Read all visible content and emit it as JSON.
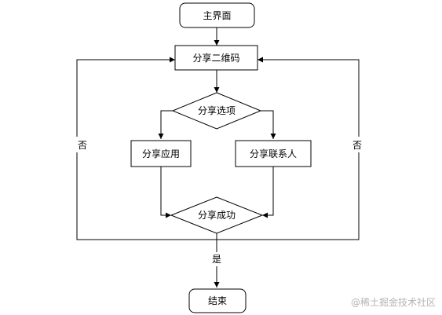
{
  "diagram": {
    "nodes": {
      "main_screen": "主界面",
      "share_qrcode": "分享二维码",
      "share_options": "分享选项",
      "share_app": "分享应用",
      "share_contact": "分享联系人",
      "share_success": "分享成功",
      "end": "结束"
    },
    "edge_labels": {
      "no_left": "否",
      "no_right": "否",
      "yes": "是"
    }
  },
  "watermark": "@稀土掘金技术社区",
  "colors": {
    "stroke": "#000000",
    "fill": "#ffffff",
    "watermark": "#b4b4b4"
  }
}
